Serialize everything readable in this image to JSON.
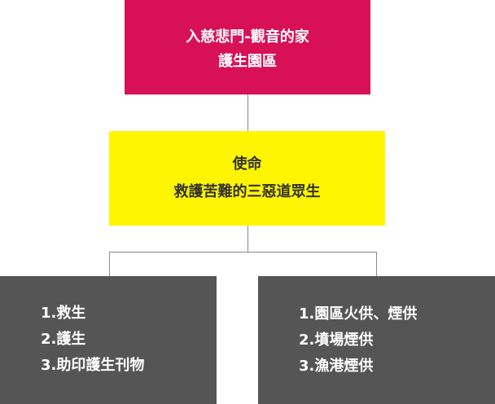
{
  "top_box": {
    "lines": [
      "入慈悲門-觀音的家",
      "護生園區"
    ],
    "color": "#d81157"
  },
  "mission_box": {
    "lines": [
      "使命",
      "救護苦難的三惡道眾生"
    ],
    "color": "#fff500"
  },
  "left_box": {
    "items": [
      "1.救生",
      "2.護生",
      "3.助印護生刊物"
    ],
    "color": "#555555"
  },
  "right_box": {
    "items": [
      "1.園區火供、煙供",
      "2.墳場煙供",
      "3.漁港煙供"
    ],
    "color": "#555555"
  }
}
